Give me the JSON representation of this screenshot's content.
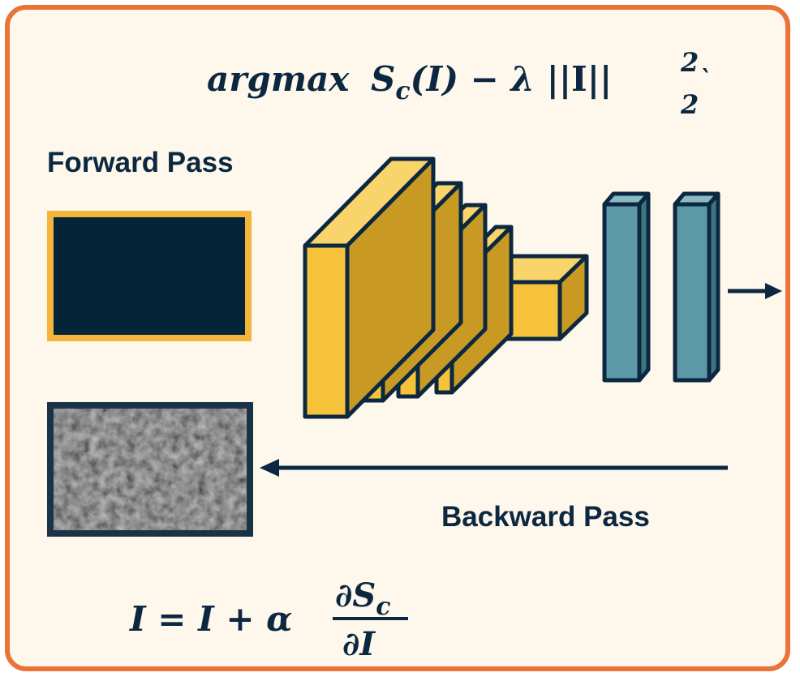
{
  "objective": {
    "argmax": "argmax",
    "s": "S",
    "c": "c",
    "body": "(I) − λ ",
    "norm": "||I||",
    "sup": "2",
    "sub": "2",
    "tick": "`"
  },
  "forward_label": "Forward Pass",
  "backward_label": "Backward Pass",
  "update_rule": {
    "lhs": "I = I + α",
    "num_s": "∂S",
    "num_c": "c",
    "den": "∂I"
  },
  "colors": {
    "border": "#ea7338",
    "background": "#fdf7ec",
    "navy": "#0b2840",
    "conv_front": "#f6c23a",
    "conv_side": "#c99a23",
    "conv_top": "#f9d46a",
    "dense_front": "#5c98a6",
    "dense_side": "#3e7480"
  },
  "icons": [
    "right-arrow-icon",
    "left-arrow-icon"
  ]
}
